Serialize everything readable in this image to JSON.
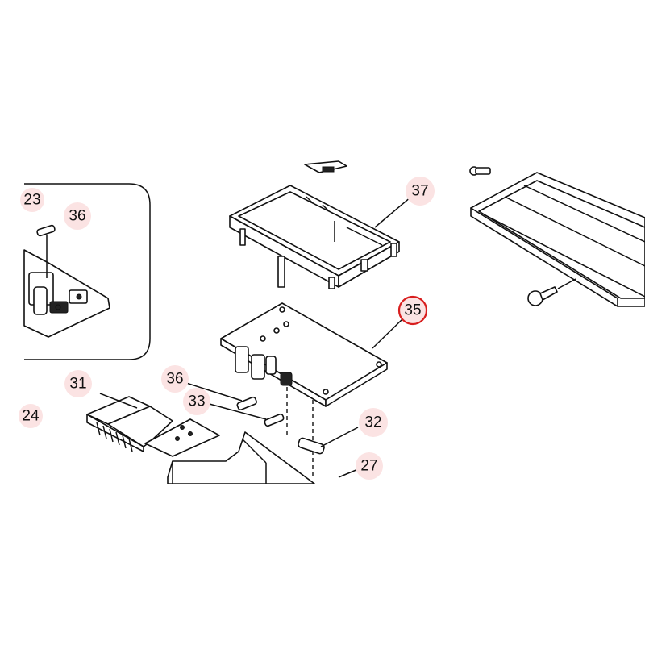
{
  "callouts": {
    "c23": "23",
    "c36_inset": "36",
    "c37": "37",
    "c35": "35",
    "c36": "36",
    "c31": "31",
    "c33": "33",
    "c32": "32",
    "c24": "24",
    "c27": "27"
  },
  "colors": {
    "callout_fill": "#fbe3e3",
    "highlight_ring": "#d81e1e",
    "line_art": "#111111"
  },
  "highlighted_part": "35"
}
